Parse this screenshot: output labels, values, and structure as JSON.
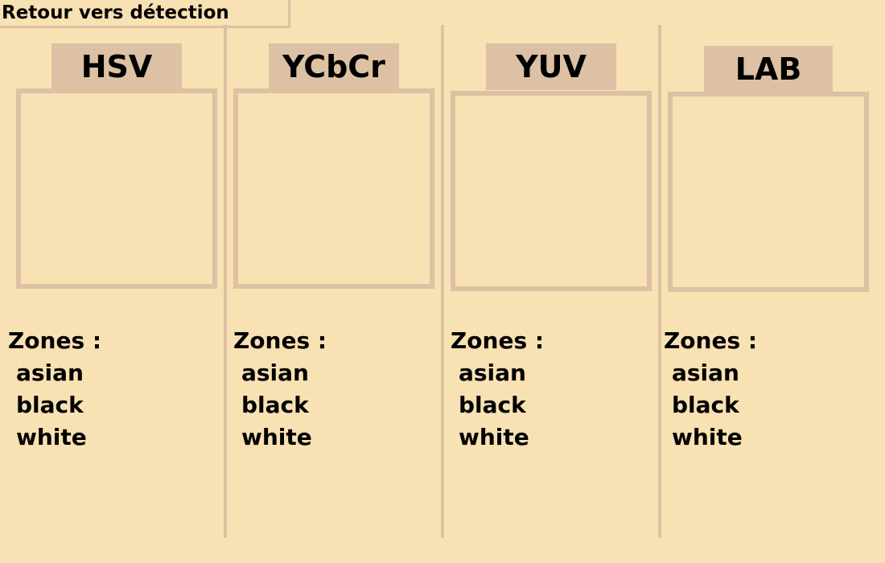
{
  "back_button": {
    "label": "Retour vers détection"
  },
  "panels": [
    {
      "tab_label": "HSV",
      "zones_label": "Zones :",
      "zones": [
        "asian",
        "black",
        "white"
      ]
    },
    {
      "tab_label": "YCbCr",
      "zones_label": "Zones :",
      "zones": [
        "asian",
        "black",
        "white"
      ]
    },
    {
      "tab_label": "YUV",
      "zones_label": "Zones :",
      "zones": [
        "asian",
        "black",
        "white"
      ]
    },
    {
      "tab_label": "LAB",
      "zones_label": "Zones :",
      "zones": [
        "asian",
        "black",
        "white"
      ]
    }
  ],
  "colors": {
    "background": "#f8e1b2",
    "accent": "#dcc1a4",
    "text": "#000000"
  }
}
